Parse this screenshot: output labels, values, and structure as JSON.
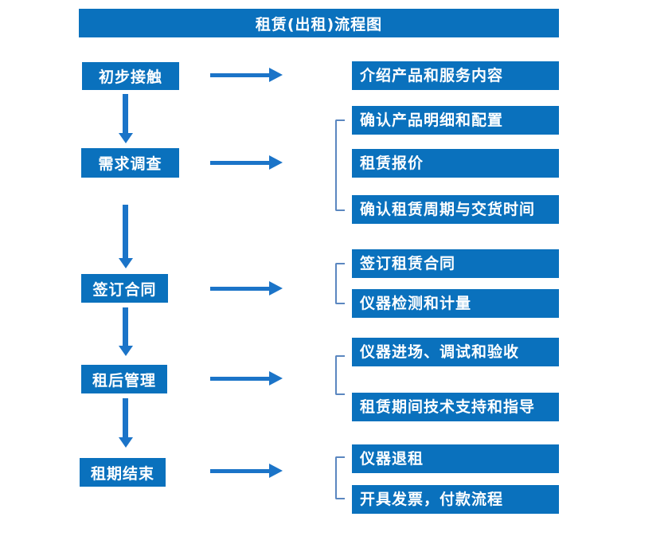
{
  "title": "租赁(出租)流程图",
  "colors": {
    "box_fill": "#0a71bd",
    "arrow": "#1b74c8",
    "bracket": "#5b87c0",
    "box_text": "#ffffff",
    "background": "#ffffff"
  },
  "steps": [
    {
      "label": "初步接触",
      "details": [
        "介绍产品和服务内容"
      ]
    },
    {
      "label": "需求调查",
      "details": [
        "确认产品明细和配置",
        "租赁报价",
        "确认租赁周期与交货时间"
      ]
    },
    {
      "label": "签订合同",
      "details": [
        "签订租赁合同",
        "仪器检测和计量"
      ]
    },
    {
      "label": "租后管理",
      "details": [
        "仪器进场、调试和验收",
        "租赁期间技术支持和指导"
      ]
    },
    {
      "label": "租期结束",
      "details": [
        "仪器退租",
        "开具发票，付款流程"
      ]
    }
  ]
}
